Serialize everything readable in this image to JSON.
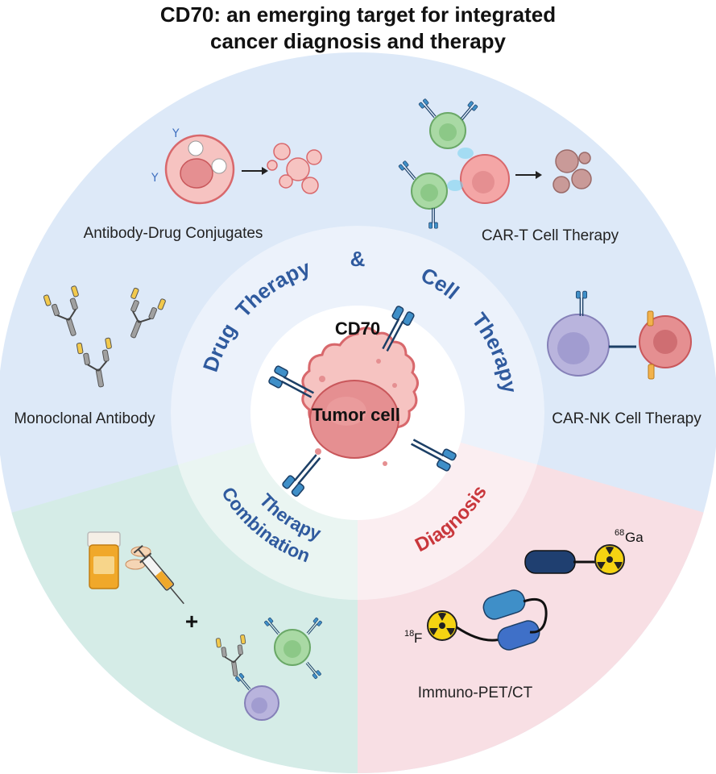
{
  "title": {
    "line1": "CD70: an emerging target for integrated",
    "line2": "cancer diagnosis and therapy"
  },
  "center": {
    "marker": "CD70",
    "cell": "Tumor cell"
  },
  "ring": {
    "drug": "Drug",
    "therapy_left": "Therapy",
    "ampersand": "&",
    "cell": "Cell",
    "therapy_right": "Therapy",
    "combination": "Combination",
    "combination_therapy": "Therapy",
    "diagnosis": "Diagnosis"
  },
  "labels": {
    "adc": "Antibody-Drug Conjugates",
    "car_t": "CAR-T Cell Therapy",
    "monoclonal": "Monoclonal Antibody",
    "car_nk": "CAR-NK Cell Therapy",
    "immuno_pet": "Immuno-PET/CT",
    "plus": "+"
  },
  "isotopes": {
    "ga_mass": "68",
    "ga_symbol": "Ga",
    "f_mass": "18",
    "f_symbol": "F"
  },
  "colors": {
    "therapy_sector": "#dde9f8",
    "combination_sector": "#d5ece7",
    "diagnosis_sector": "#f8dfe4",
    "ring_text_blue": "#2f5a9e",
    "ring_text_red": "#c9373c",
    "tumor_pink": "#f2a8aa"
  }
}
